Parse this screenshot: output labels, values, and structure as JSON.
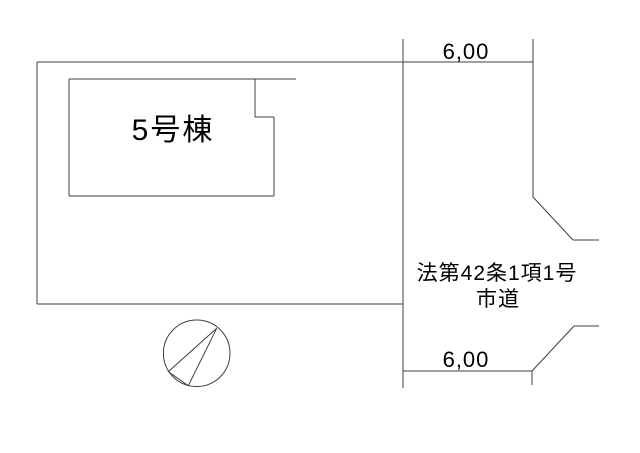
{
  "drawing": {
    "background": "#ffffff",
    "line_color": "#3f3f3f",
    "text_color": "#000000",
    "building_label": "5号棟",
    "dimension_top": "6,00",
    "dimension_bottom": "6,00",
    "road_label_line1": "法第42条1項1号",
    "road_label_line2": "市道"
  }
}
